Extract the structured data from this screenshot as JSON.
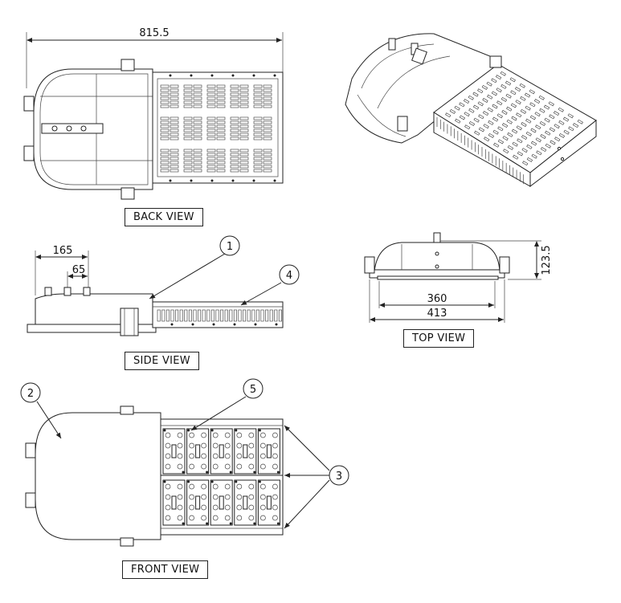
{
  "views": {
    "back": "BACK VIEW",
    "side": "SIDE VIEW",
    "top": "TOP VIEW",
    "front": "FRONT VIEW"
  },
  "dimensions": {
    "overall_length": "815.5",
    "side_a": "165",
    "side_b": "65",
    "height": "123.5",
    "inner_width": "360",
    "outer_width": "413"
  },
  "callouts": [
    "1",
    "2",
    "3",
    "4",
    "5"
  ]
}
